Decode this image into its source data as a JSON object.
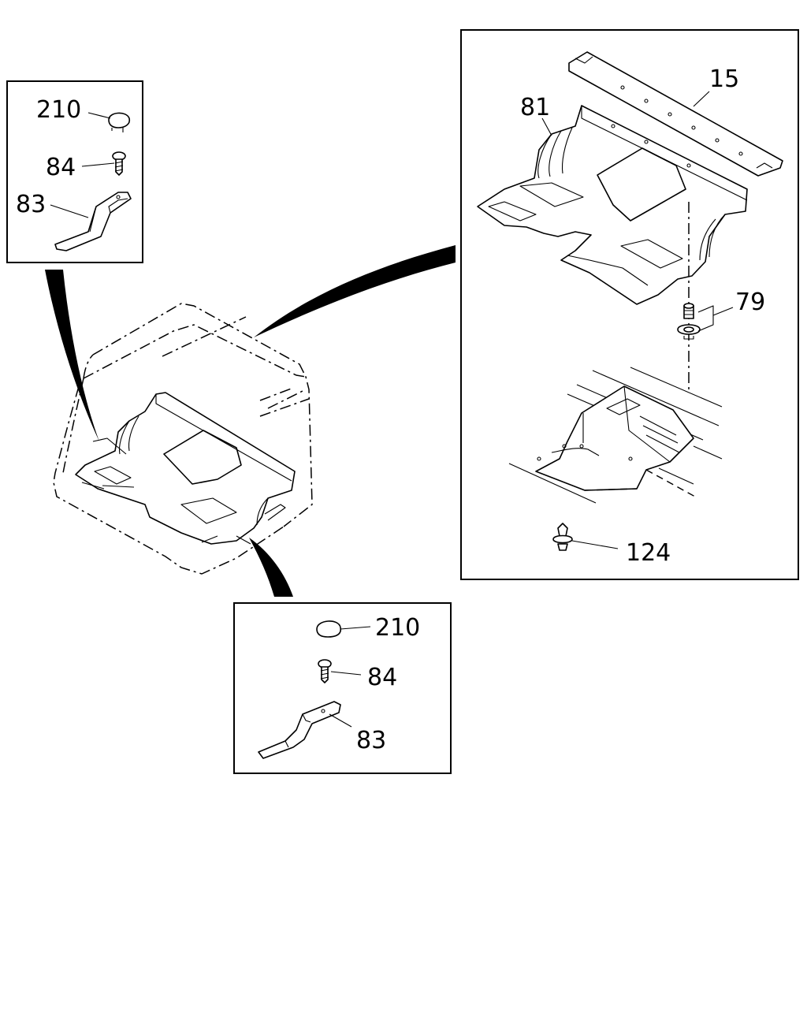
{
  "callouts": {
    "tl_210": "210",
    "tl_84": "84",
    "tl_83": "83",
    "r_15": "15",
    "r_81": "81",
    "r_79": "79",
    "r_124": "124",
    "bm_210": "210",
    "bm_84": "84",
    "bm_83": "83"
  }
}
